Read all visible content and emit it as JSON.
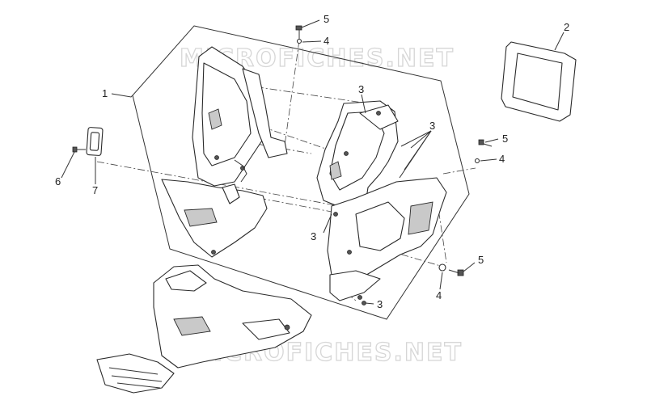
{
  "diagram": {
    "callouts": {
      "c1": "1",
      "c2": "2",
      "c3a": "3",
      "c3b": "3",
      "c3c": "3",
      "c3d": "3",
      "c4a": "4",
      "c4b": "4",
      "c4c": "4",
      "c5a": "5",
      "c5b": "5",
      "c5c": "5",
      "c6": "6",
      "c7": "7"
    },
    "watermark": {
      "top": "MICROFICHES.NET",
      "bottom": "MICROFICHES.NET"
    }
  }
}
